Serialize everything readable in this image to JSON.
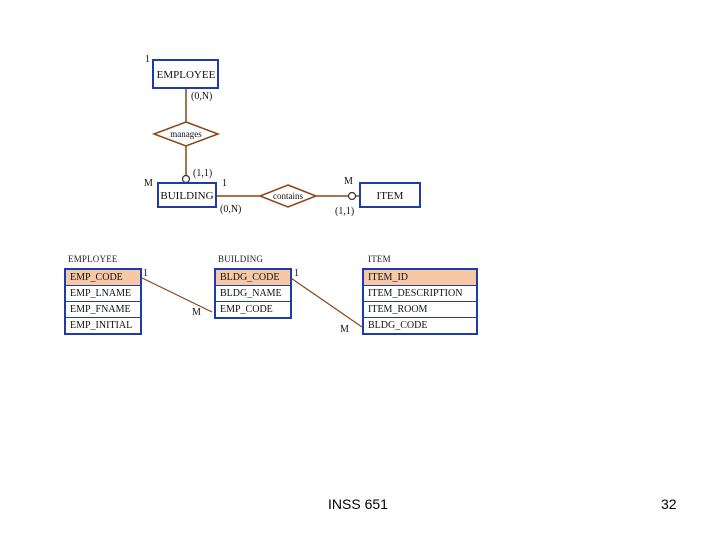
{
  "er": {
    "employee": "EMPLOYEE",
    "building": "BUILDING",
    "item": "ITEM",
    "manages": "manages",
    "contains": "contains",
    "card_employee_top": "1",
    "card_employee_manages": "(0,N)",
    "card_building_manages": "(1,1)",
    "card_building_left": "M",
    "card_building_right": "1",
    "card_building_contains": "(0,N)",
    "card_item_left": "M",
    "card_item_contains": "(1,1)"
  },
  "tables": {
    "employee": {
      "title": "EMPLOYEE",
      "rows": [
        {
          "name": "EMP_CODE",
          "pk": true
        },
        {
          "name": "EMP_LNAME",
          "pk": false
        },
        {
          "name": "EMP_FNAME",
          "pk": false
        },
        {
          "name": "EMP_INITIAL",
          "pk": false
        }
      ]
    },
    "building": {
      "title": "BUILDING",
      "rows": [
        {
          "name": "BLDG_CODE",
          "pk": true
        },
        {
          "name": "BLDG_NAME",
          "pk": false
        },
        {
          "name": "EMP_CODE",
          "pk": false
        }
      ]
    },
    "item": {
      "title": "ITEM",
      "rows": [
        {
          "name": "ITEM_ID",
          "pk": true
        },
        {
          "name": "ITEM_DESCRIPTION",
          "pk": false
        },
        {
          "name": "ITEM_ROOM",
          "pk": false
        },
        {
          "name": "BLDG_CODE",
          "pk": false
        }
      ]
    }
  },
  "links": {
    "emp_bldg_one": "1",
    "emp_bldg_many": "M",
    "bldg_item_one": "1",
    "bldg_item_many": "M"
  },
  "footer": {
    "course": "INSS 651",
    "page": "32"
  },
  "colors": {
    "entity_border": "#1e3ca8",
    "relationship_line": "#8b4513",
    "primary_key_fill": "#f7c8a5"
  }
}
